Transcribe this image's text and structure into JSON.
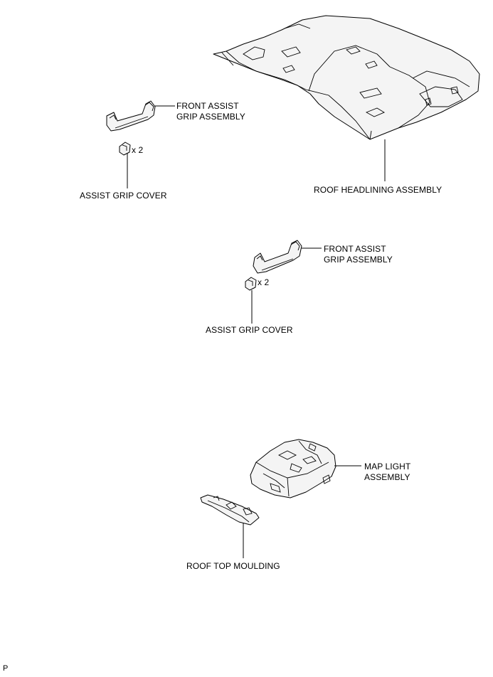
{
  "labels": {
    "front_assist_grip_1": "FRONT ASSIST\nGRIP ASSEMBLY",
    "assist_grip_cover_1": "ASSIST GRIP COVER",
    "qty_1": "x 2",
    "roof_headlining": "ROOF HEADLINING ASSEMBLY",
    "front_assist_grip_2": "FRONT ASSIST\nGRIP ASSEMBLY",
    "assist_grip_cover_2": "ASSIST GRIP COVER",
    "qty_2": "x 2",
    "map_light": "MAP LIGHT\nASSEMBLY",
    "roof_top_moulding": "ROOF TOP MOULDING",
    "corner_mark": "P"
  }
}
